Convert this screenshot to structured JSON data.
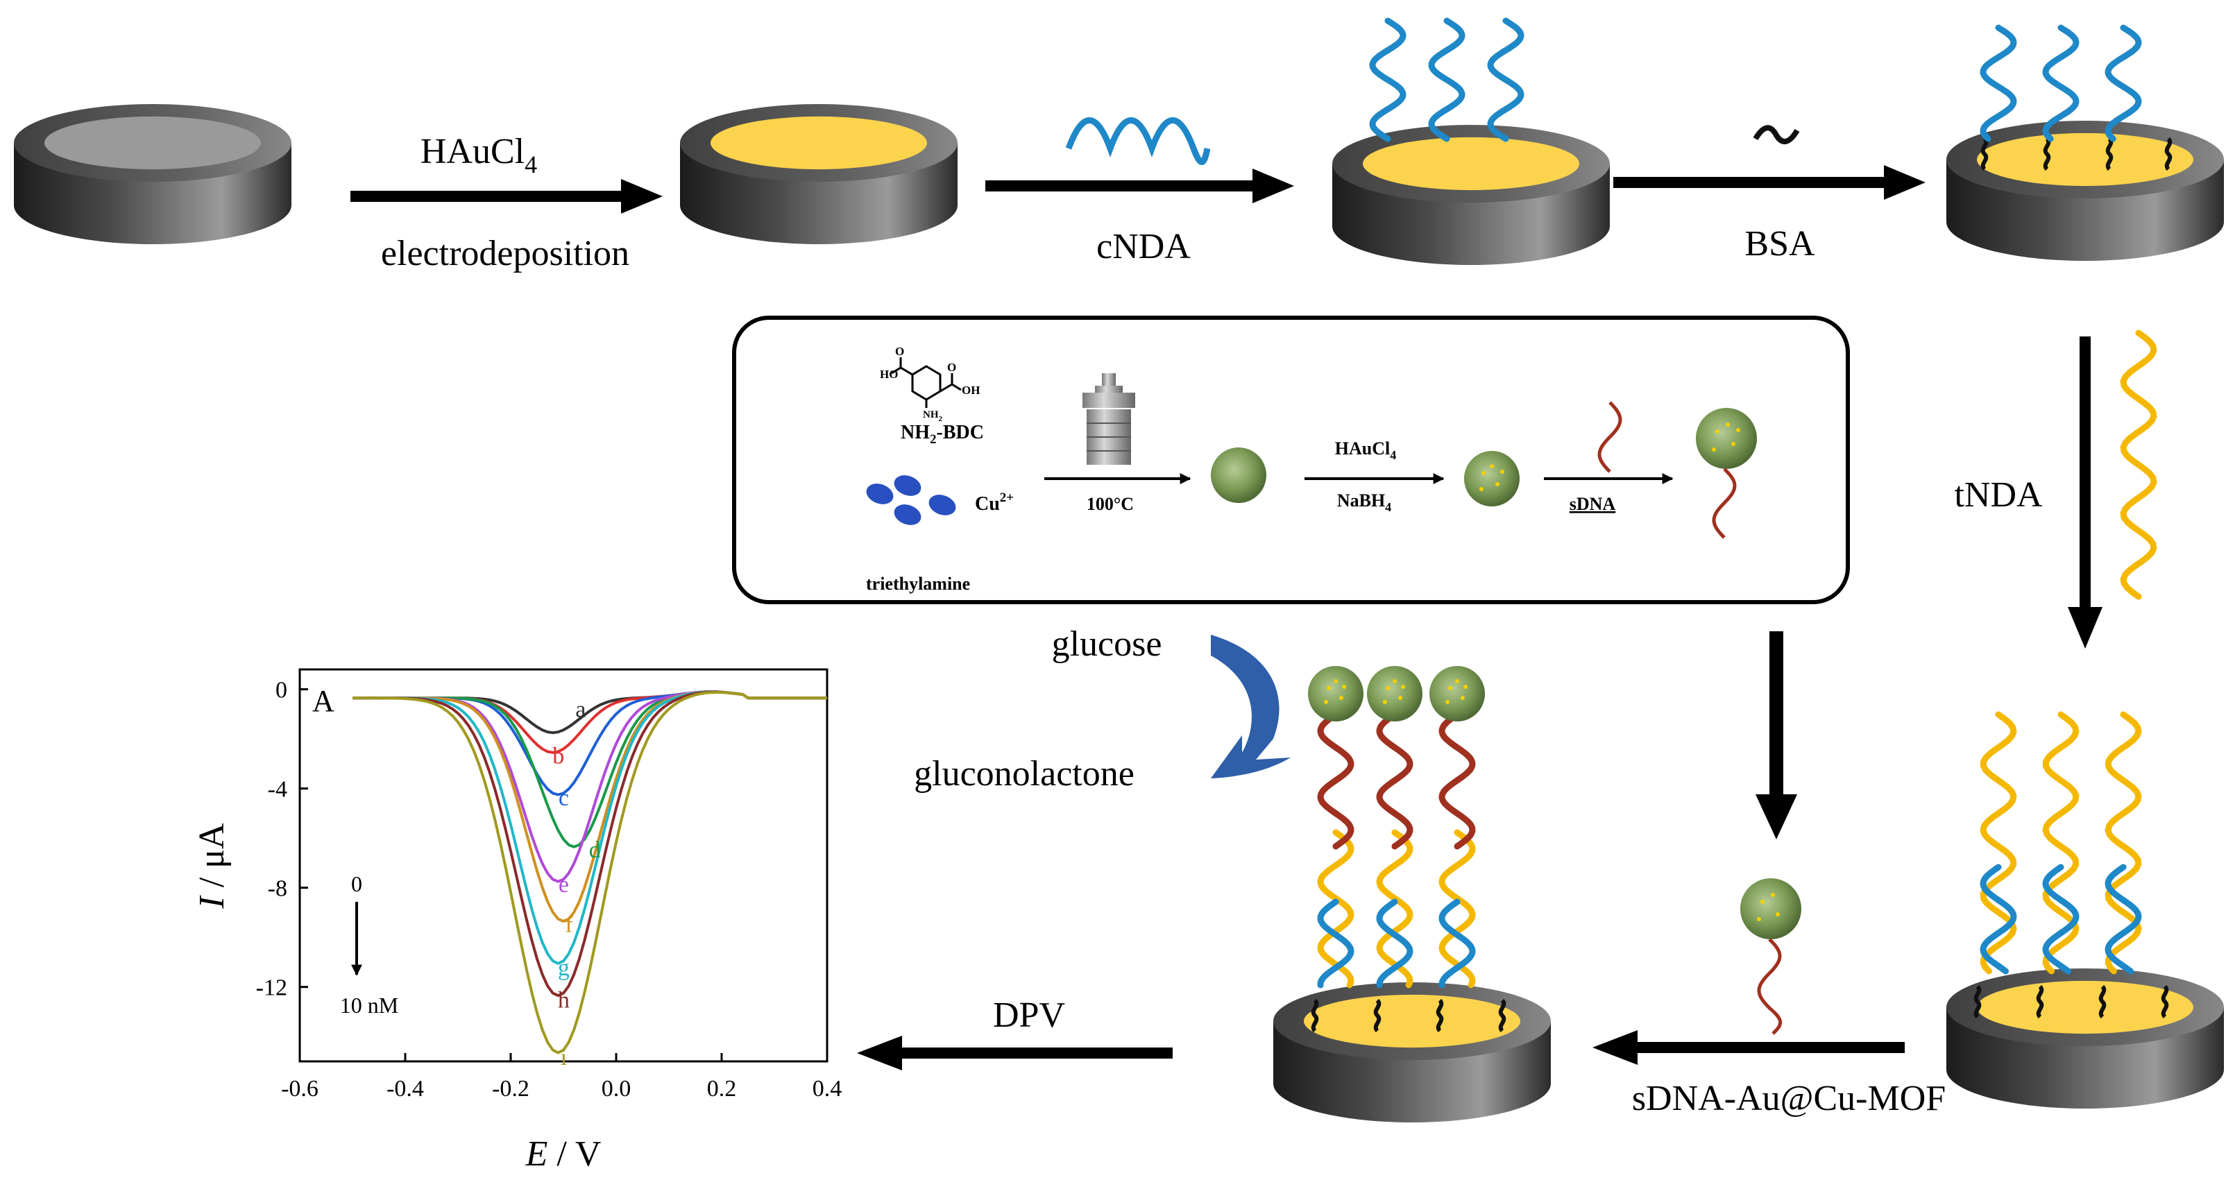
{
  "steps": {
    "step1_top": "HAuCl",
    "step1_top_sub": "4",
    "step1_bottom": "electrodeposition",
    "step2": "cNDA",
    "step3": "BSA",
    "step4": "tNDA",
    "step5": "sDNA-Au@Cu-MOF",
    "step6": "DPV"
  },
  "reaction": {
    "glucose": "glucose",
    "product": "gluconolactone"
  },
  "synthesis": {
    "linker_label": "NH",
    "linker_sub": "2",
    "linker_suffix": "-BDC",
    "metal_label": "Cu",
    "metal_sup": "2+",
    "base_label": "triethylamine",
    "temp_label": "100°C",
    "reagent1": "HAuCl",
    "reagent1_sub": "4",
    "reagent2": "NaBH",
    "reagent2_sub": "4",
    "probe_label": "sDNA",
    "struct_ho_left": "HO",
    "struct_oh_right": "OH",
    "struct_o": "O",
    "struct_nh2": "NH"
  },
  "inset": {
    "label": "0",
    "label_bottom": "10 nM"
  },
  "colors": {
    "electrode_dark": "#3a3a3a",
    "gold": "#fcd34d",
    "cdna_blue": "#1e88c8",
    "tdna_yellow": "#f5b800",
    "sdna_red": "#a0301f",
    "mof_green": "#7b9a55",
    "arrow_blue": "#2e5fa8"
  },
  "chart_data": {
    "type": "line",
    "panel_label": "A",
    "xlabel_italic": "E",
    "xlabel_rest": " / V",
    "ylabel_italic": "I",
    "ylabel_rest": " / μA",
    "xlim": [
      -0.6,
      0.4
    ],
    "ylim": [
      -15,
      0.8
    ],
    "xticks": [
      -0.6,
      -0.4,
      -0.2,
      0.0,
      0.2,
      0.4
    ],
    "xtick_labels": [
      "-0.6",
      "-0.4",
      "-0.2",
      "0.0",
      "0.2",
      "0.4"
    ],
    "yticks": [
      0,
      -4,
      -8,
      -12
    ],
    "ytick_labels": [
      "0",
      "-4",
      "-8",
      "-12"
    ],
    "grid": false,
    "series": [
      {
        "name": "a",
        "color": "#333333",
        "peak_x": -0.12,
        "peak_y": -1.4
      },
      {
        "name": "b",
        "color": "#e03030",
        "peak_x": -0.12,
        "peak_y": -2.2
      },
      {
        "name": "c",
        "color": "#1f5fd6",
        "peak_x": -0.11,
        "peak_y": -3.9
      },
      {
        "name": "d",
        "color": "#1a9a4a",
        "peak_x": -0.08,
        "peak_y": -6.0
      },
      {
        "name": "e",
        "color": "#b04ad8",
        "peak_x": -0.11,
        "peak_y": -7.4
      },
      {
        "name": "f",
        "color": "#d09020",
        "peak_x": -0.1,
        "peak_y": -9.0
      },
      {
        "name": "g",
        "color": "#20b8c8",
        "peak_x": -0.11,
        "peak_y": -10.7
      },
      {
        "name": "h",
        "color": "#8b2a2a",
        "peak_x": -0.11,
        "peak_y": -12.0
      },
      {
        "name": "i",
        "color": "#a09a20",
        "peak_x": -0.11,
        "peak_y": -14.3
      }
    ]
  }
}
